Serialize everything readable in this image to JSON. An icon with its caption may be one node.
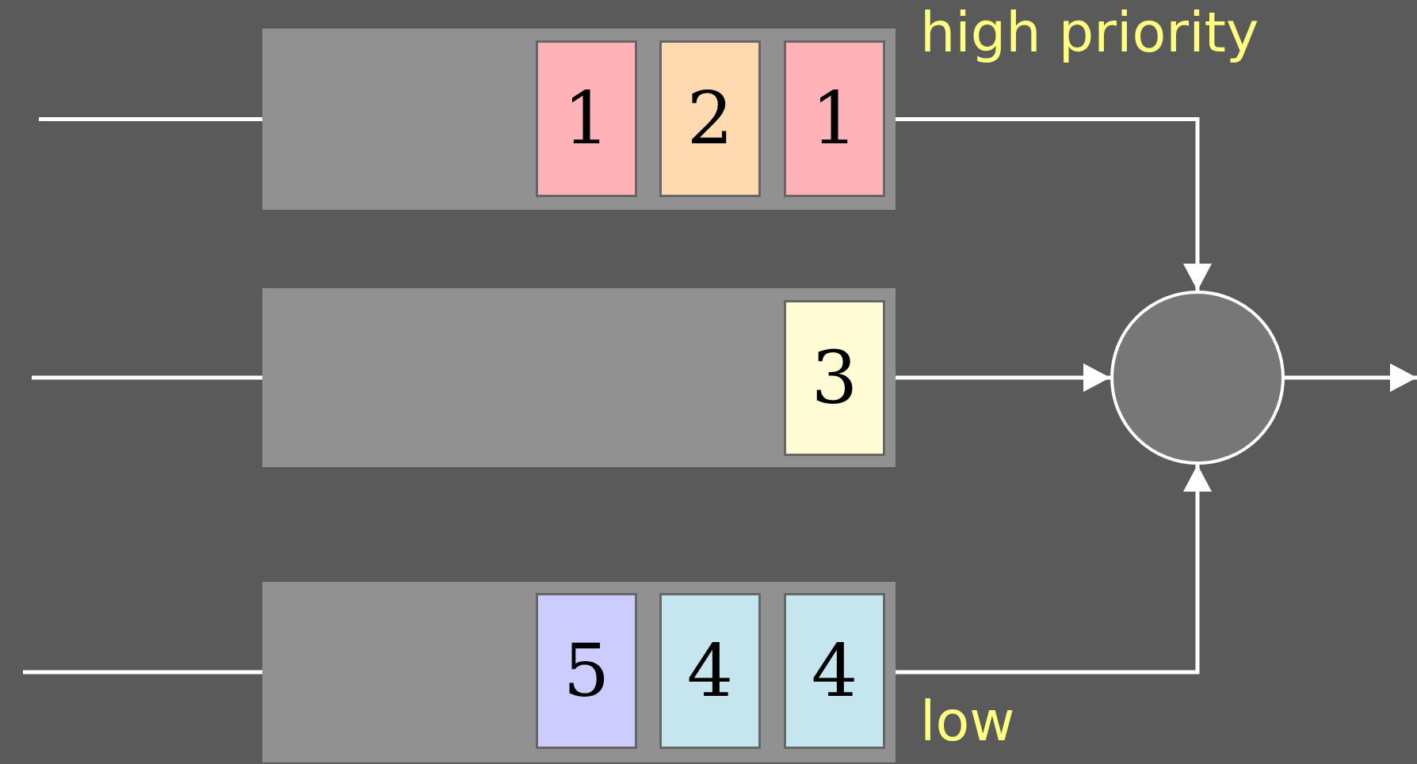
{
  "diagram": {
    "nodes": [
      {
        "text": [],
        "shape": "box"
      },
      {
        "text": [
          "1"
        ],
        "in": 0
      },
      {
        "text": [
          "2"
        ],
        "in": 0
      },
      {
        "text": [
          "1"
        ],
        "in": 0
      },
      {
        "text": [],
        "shape": "box"
      },
      {
        "text": [
          "3"
        ],
        "in": 4
      },
      {
        "text": [],
        "shape": "box"
      },
      {
        "text": [
          "5"
        ],
        "in": 6
      },
      {
        "text": [
          "4"
        ],
        "in": 6
      },
      {
        "text": [
          "4"
        ],
        "in": 6
      },
      {
        "text": [],
        "shape": "circle"
      }
    ],
    "edges": [
      {
        "from": null,
        "to": 0,
        "arrow": "none"
      },
      {
        "from": null,
        "to": 4,
        "arrow": "none"
      },
      {
        "from": null,
        "to": 6,
        "arrow": "none"
      },
      {
        "from": 0,
        "to": 10,
        "arrow": "to"
      },
      {
        "from": 4,
        "to": 10,
        "arrow": "to"
      },
      {
        "from": 6,
        "to": 10,
        "arrow": "to"
      },
      {
        "from": 10,
        "to": null,
        "arrow": "to"
      }
    ],
    "labels": [
      "high priority",
      "low"
    ]
  }
}
